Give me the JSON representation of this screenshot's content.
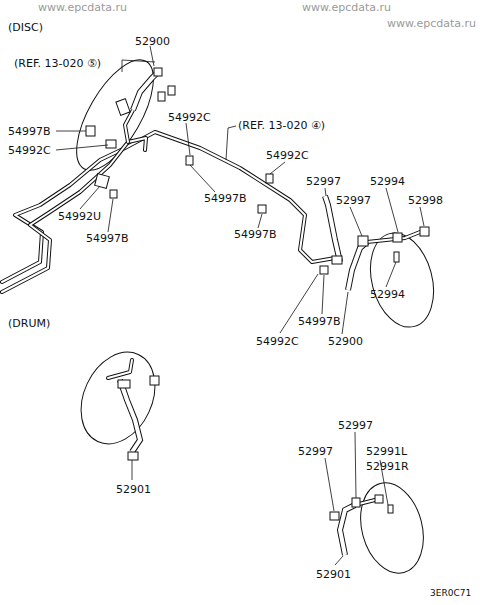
{
  "diagram": {
    "labels": [
      "www.epcdata.ru",
      "www.epcdata.ru",
      "www.epcdata.ru",
      "(DISC)",
      "52900",
      "(REF. 13-020 ⑤)",
      "54997B",
      "54992C",
      "54992C",
      "(REF. 13-020 ④)",
      "54992C",
      "54997B",
      "52997",
      "52994",
      "52997",
      "52998",
      "54992U",
      "54997B",
      "54997B",
      "52994",
      "54997B",
      "54992C",
      "52900",
      "(DRUM)",
      "52901",
      "52997",
      "52997",
      "52991L",
      "52991R",
      "52901",
      "3ER0C71"
    ]
  }
}
